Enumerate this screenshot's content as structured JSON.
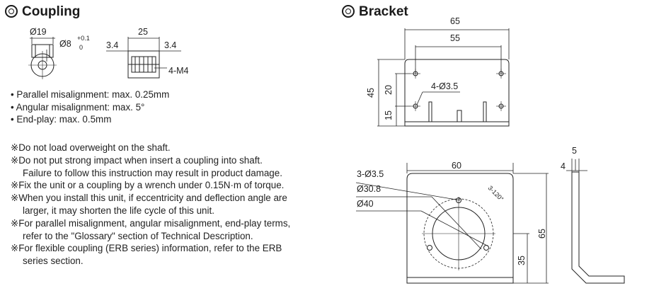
{
  "coupling": {
    "title": "Coupling",
    "dims": {
      "outer_dia": "Ø19",
      "bore_dia": "Ø8",
      "bore_tol_upper": "+0.1",
      "bore_tol_lower": "0",
      "length": "25",
      "left_offset": "3.4",
      "right_offset": "3.4",
      "screws": "4-M4"
    },
    "specs": [
      "• Parallel misalignment: max. 0.25mm",
      "• Angular misalignment: max. 5°",
      "• End-play: max. 0.5mm"
    ],
    "notes": [
      "※Do not load overweight on the shaft.",
      "※Do not put strong impact when insert a coupling into shaft.",
      "Failure to follow this instruction may result in product damage.",
      "※Fix the unit or a coupling by a wrench under 0.15N·m of torque.",
      "※When you install this unit, if eccentricity and deflection angle are",
      "larger, it may shorten the life cycle of this unit.",
      "※For parallel misalignment, angular misalignment, end-play terms,",
      "refer to the \"Glossary\" section of Technical Description.",
      "※For flexible coupling (ERB series) information, refer to the ERB",
      "series section."
    ]
  },
  "bracket": {
    "title": "Bracket",
    "dims": {
      "width_outer": "65",
      "width_holes": "55",
      "holes_top": "4-Ø3.5",
      "height_total": "45",
      "height_upper": "20",
      "height_lower": "15",
      "holes_front": "3-Ø3.5",
      "pcd": "Ø30.8",
      "bore": "Ø40",
      "width_front": "60",
      "angle": "3-120°",
      "height_front": "65",
      "hole_height": "35",
      "plate_a": "4",
      "plate_b": "5"
    }
  }
}
